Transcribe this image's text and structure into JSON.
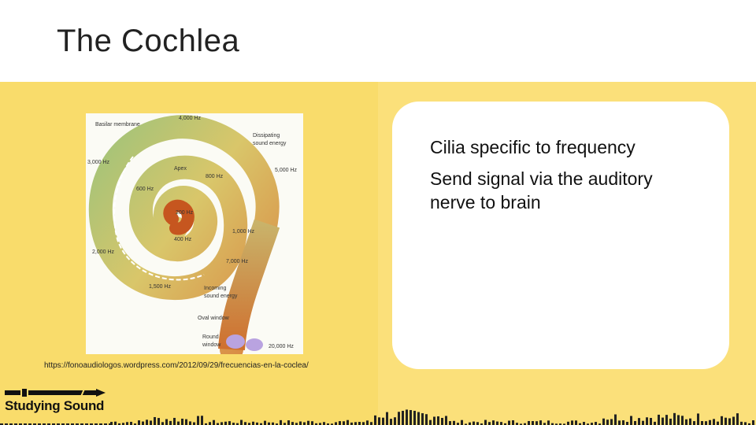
{
  "slide": {
    "title": "The Cochlea",
    "bullets": [
      "Cilia specific to frequency",
      "Send signal via the auditory nerve to brain"
    ],
    "image_credit": "https://fonoaudiologos.wordpress.com/2012/09/29/frecuencias-en-la-coclea/"
  },
  "diagram": {
    "labels": {
      "basilar": "Basilar membrane",
      "f4000": "4,000 Hz",
      "dissipating1": "Dissipating",
      "dissipating2": "sound energy",
      "f3000": "3,000 Hz",
      "apex": "Apex",
      "f5000": "5,000 Hz",
      "f800": "800 Hz",
      "f600": "600 Hz",
      "f200": "200 Hz",
      "f1000": "1,000 Hz",
      "f400": "400 Hz",
      "f2000": "2,000 Hz",
      "f7000": "7,000 Hz",
      "f1500": "1,500 Hz",
      "incoming1": "Incoming",
      "incoming2": "sound energy",
      "oval": "Oval window",
      "round1": "Round",
      "round2": "window",
      "f20000": "20,000 Hz"
    }
  },
  "branding": {
    "logo_text": "Studying Sound"
  },
  "colors": {
    "band": "#f9dc6b",
    "band_right": "#fbe07a",
    "card": "#ffffff"
  }
}
